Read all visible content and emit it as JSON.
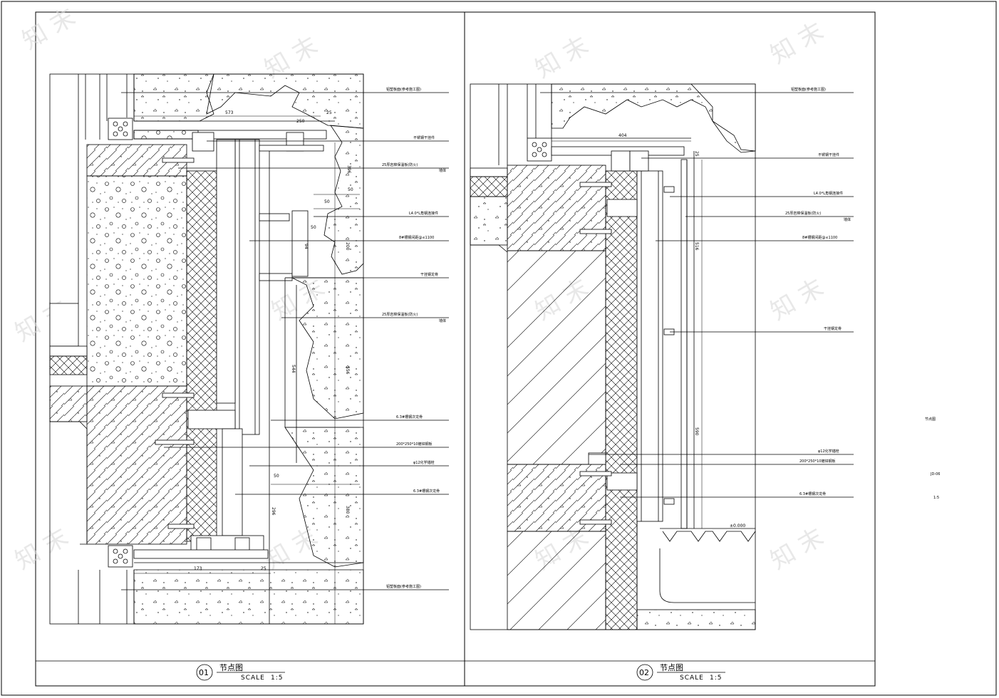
{
  "watermark": "知 末",
  "detail_01": {
    "number": "01",
    "title": "节点图",
    "scale_label": "SCALE",
    "scale_value": "1:5",
    "callouts": [
      "铝塑板面(参考施工图)",
      "不锈钢干挂件",
      "25厚岩棉保温板(防火)",
      "墙体",
      "L4.0*L角钢连接件",
      "8#槽钢间距@≤1100",
      "干挂钢龙骨",
      "25厚岩棉保温板(防火)",
      "墙体",
      "6.3#槽钢次龙骨",
      "200*250*10镀锌钢板",
      "φ12化学锚栓",
      "6.3#槽钢次龙骨",
      "铝塑板面(参考施工图)"
    ],
    "dims": [
      "573",
      "250",
      "25",
      "396",
      "50",
      "50",
      "50",
      "94",
      "200",
      "544",
      "556",
      "50",
      "296",
      "380",
      "173",
      "25"
    ]
  },
  "detail_02": {
    "number": "02",
    "title": "节点图",
    "scale_label": "SCALE",
    "scale_value": "1:5",
    "callouts": [
      "铝塑板面(参考施工图)",
      "不锈钢干挂件",
      "L4.0*L角钢连接件",
      "25厚岩棉保温板(防火)",
      "墙体",
      "8#槽钢间距@≤1100",
      "干挂钢龙骨",
      "φ12化学锚栓",
      "200*250*10镀锌钢板",
      "6.3#槽钢次龙骨"
    ],
    "dims": [
      "404",
      "25",
      "516",
      "590"
    ],
    "elevation": "±0.000"
  },
  "title_block": {
    "drawing_name": "节点图",
    "drawing_no": "JD-06",
    "scale": "1:5"
  }
}
